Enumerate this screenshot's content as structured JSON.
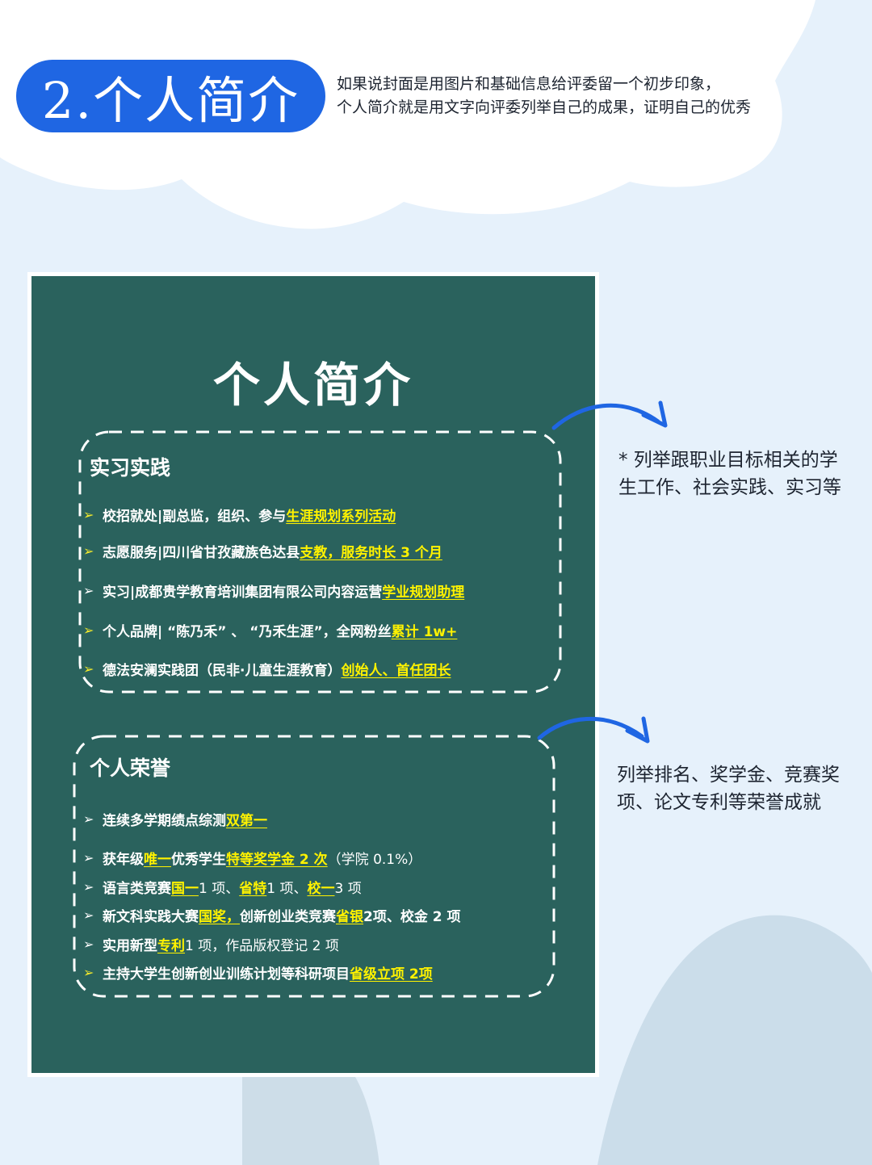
{
  "header": {
    "title": "2.个人简介",
    "intro_lines": [
      "如果说封面是用图片和基础信息给评委留一个初步印象，",
      "个人简介就是用文字向评委列举自己的成果，证明自己的优秀"
    ]
  },
  "board": {
    "title": "个人简介",
    "section1": {
      "title": "实习实践",
      "items": [
        {
          "bullet": "yellow",
          "parts": [
            {
              "t": "校招就处|副总监，组织、参与"
            },
            {
              "t": "生涯规划系列活动",
              "hl": true
            }
          ]
        },
        {
          "bullet": "yellow",
          "parts": [
            {
              "t": "志愿服务|四川省甘孜藏族色达县"
            },
            {
              "t": "支教，服务时长 3 个月",
              "hl": true
            }
          ]
        },
        {
          "bullet": "white",
          "parts": [
            {
              "t": "实习|成都贵学教育培训集团有限公司内容运营"
            },
            {
              "t": "学业规划助理",
              "hl": true
            }
          ]
        },
        {
          "bullet": "yellow",
          "parts": [
            {
              "t": "个人品牌| “陈乃禾” 、 “乃禾生涯”，全网粉丝"
            },
            {
              "t": "累计 1w+",
              "hl": true
            }
          ]
        },
        {
          "bullet": "yellow",
          "parts": [
            {
              "t": "德法安澜实践团（民非·儿童生涯教育） "
            },
            {
              "t": "创始人、首任团长",
              "hl": true
            }
          ]
        }
      ]
    },
    "section2": {
      "title": "个人荣誉",
      "items": [
        {
          "bullet": "white",
          "parts": [
            {
              "t": "连续多学期绩点综测"
            },
            {
              "t": "双第一",
              "hl": true
            }
          ]
        },
        {
          "bullet": "white",
          "parts": [
            {
              "t": "获年级"
            },
            {
              "t": "唯一",
              "hl": true
            },
            {
              "t": "优秀学生"
            },
            {
              "t": "特等奖学金 2 次",
              "hl": true
            },
            {
              "t": "（学院 0.1%）",
              "light": true
            }
          ]
        },
        {
          "bullet": "white",
          "parts": [
            {
              "t": "语言类竞赛"
            },
            {
              "t": "国一",
              "hl": true
            },
            {
              "t": " 1 项、",
              "light": true
            },
            {
              "t": "省特",
              "hl": true
            },
            {
              "t": " 1 项、",
              "light": true
            },
            {
              "t": "校一",
              "hl": true
            },
            {
              "t": " 3 项",
              "light": true
            }
          ]
        },
        {
          "bullet": "white",
          "parts": [
            {
              "t": "新文科实践大赛"
            },
            {
              "t": "国奖，",
              "hl": true
            },
            {
              "t": "创新创业类竞赛"
            },
            {
              "t": "省银",
              "hl": true
            },
            {
              "t": "2项、校金 2 项"
            }
          ]
        },
        {
          "bullet": "white",
          "parts": [
            {
              "t": "实用新型"
            },
            {
              "t": "专利",
              "hl": true
            },
            {
              "t": " 1 项，作品版权登记 2 项",
              "light": true
            }
          ]
        },
        {
          "bullet": "yellow",
          "parts": [
            {
              "t": "主持大学生创新创业训练计划等科研项目"
            },
            {
              "t": "省级立项 2项",
              "hl": true
            }
          ]
        }
      ]
    }
  },
  "notes": {
    "note1": [
      "* 列举跟职业目标相关的学",
      "生工作、社会实践、实习等"
    ],
    "note2": [
      "列举排名、奖学金、竞赛奖",
      "项、论文专利等荣誉成就"
    ]
  },
  "colors": {
    "background": "#e6f1fb",
    "pill": "#1f66e3",
    "board": "#2a625d",
    "highlight": "#fff200",
    "arrow": "#1f66e3"
  }
}
